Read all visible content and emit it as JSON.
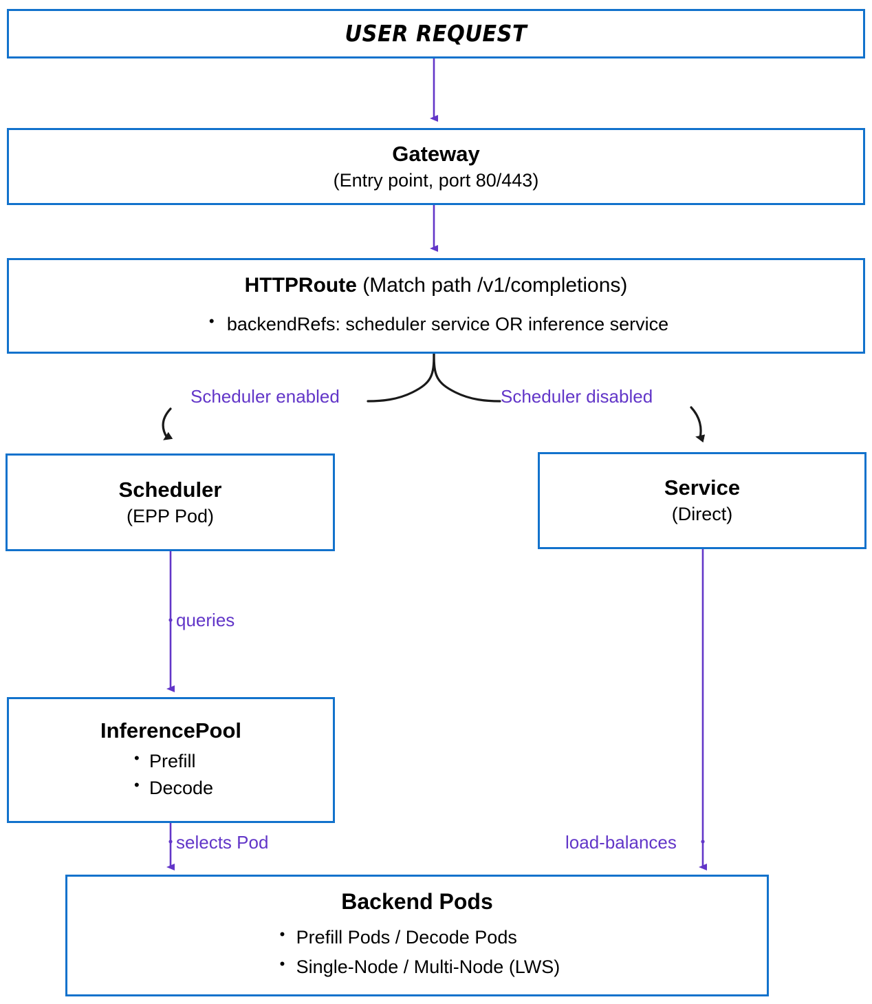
{
  "diagram": {
    "title": "Gateway inference request routing flow",
    "colors": {
      "node_border": "#1272CC",
      "edge_purple": "#6236C8",
      "edge_black": "#1A1A1A",
      "text": "#000000",
      "background": "#FFFFFF"
    },
    "nodes": {
      "user_request": {
        "title": "USER REQUEST"
      },
      "gateway": {
        "title": "Gateway",
        "subtitle": "(Entry point, port 80/443)"
      },
      "httproute": {
        "title": "HTTPRoute",
        "subtitle": "(Match path /v1/completions)",
        "bullets": [
          "backendRefs: scheduler service OR inference service"
        ]
      },
      "scheduler": {
        "title": "Scheduler",
        "subtitle": "(EPP Pod)"
      },
      "service": {
        "title": "Service",
        "subtitle": "(Direct)"
      },
      "inferencepool": {
        "title": "InferencePool",
        "bullets": [
          "Prefill",
          "Decode"
        ]
      },
      "backendpods": {
        "title": "Backend Pods",
        "bullets": [
          "Prefill Pods / Decode Pods",
          "Single-Node / Multi-Node (LWS)"
        ]
      }
    },
    "edges": {
      "user_to_gateway": {
        "label": ""
      },
      "gateway_to_httproute": {
        "label": ""
      },
      "branch_left": {
        "label": "Scheduler enabled"
      },
      "branch_right": {
        "label": "Scheduler disabled"
      },
      "scheduler_to_pool": {
        "label": "queries"
      },
      "pool_to_backend": {
        "label": "selects Pod"
      },
      "service_to_backend": {
        "label": "load-balances"
      }
    }
  }
}
